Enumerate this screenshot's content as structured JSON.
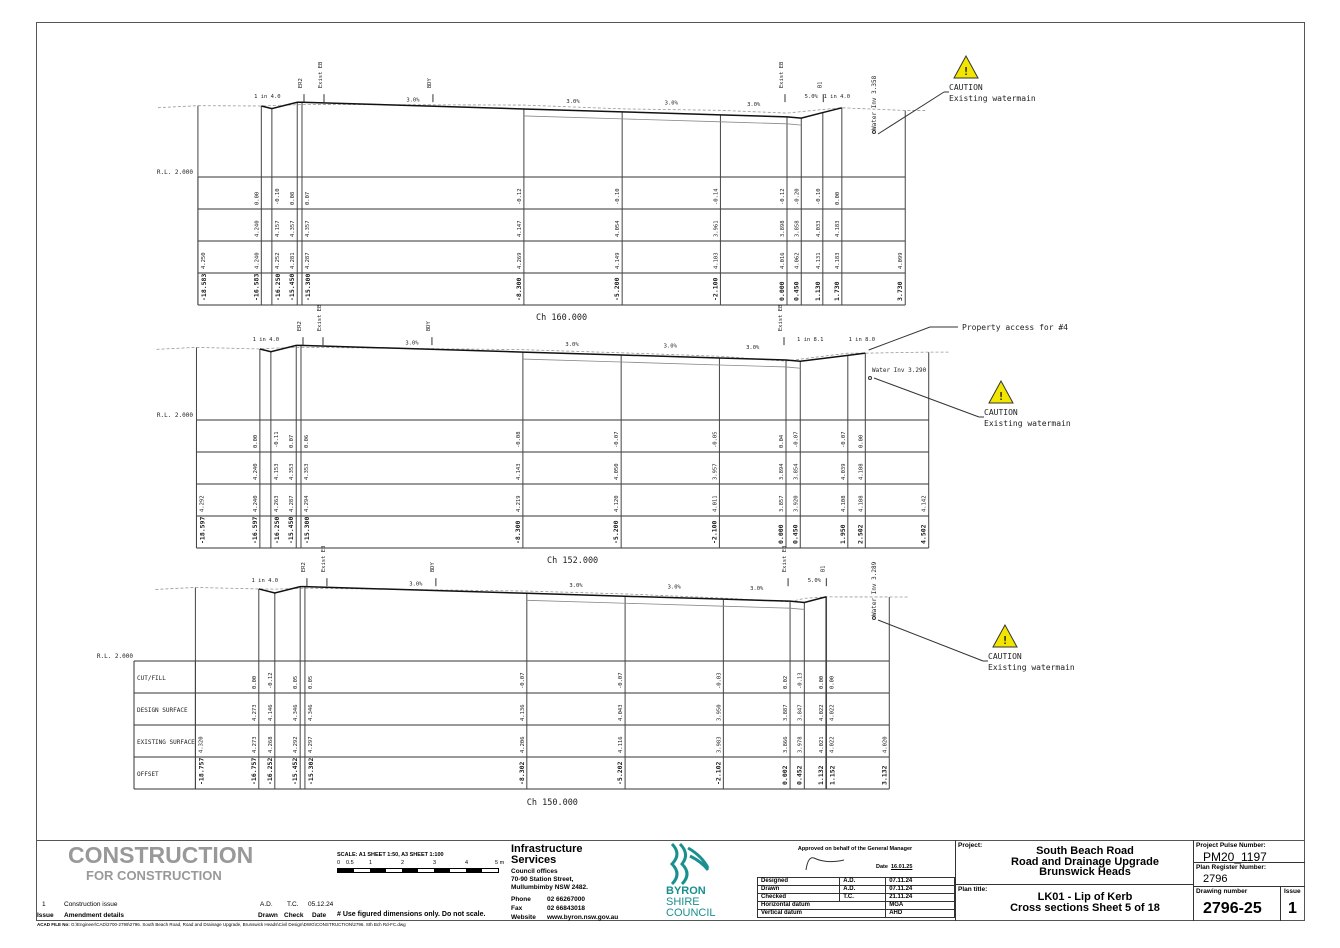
{
  "sections": [
    {
      "chainage": "Ch 160.000",
      "datum_label": "R.L. 2.000",
      "show_row_labels": false,
      "columns": [
        {
          "offset": "-18.583",
          "cut_fill": "",
          "design": "",
          "existing": "4.250"
        },
        {
          "offset": "-16.583",
          "cut_fill": "0.00",
          "design": "4.240",
          "existing": "4.240"
        },
        {
          "offset": "-16.250",
          "cut_fill": "-0.10",
          "design": "4.157",
          "existing": "4.252"
        },
        {
          "offset": "-15.450",
          "cut_fill": "0.08",
          "design": "4.357",
          "existing": "4.281"
        },
        {
          "offset": "-15.300",
          "cut_fill": "0.07",
          "design": "4.357",
          "existing": "4.287"
        },
        {
          "offset": "-8.300",
          "cut_fill": "-0.12",
          "design": "4.147",
          "existing": "4.269"
        },
        {
          "offset": "-5.200",
          "cut_fill": "-0.10",
          "design": "4.054",
          "existing": "4.149"
        },
        {
          "offset": "-2.100",
          "cut_fill": "-0.14",
          "design": "3.961",
          "existing": "4.103"
        },
        {
          "offset": "0.000",
          "cut_fill": "-0.12",
          "design": "3.898",
          "existing": "4.016"
        },
        {
          "offset": "0.450",
          "cut_fill": "-0.20",
          "design": "3.858",
          "existing": "4.062"
        },
        {
          "offset": "1.130",
          "cut_fill": "-0.10",
          "design": "4.033",
          "existing": "4.131"
        },
        {
          "offset": "1.730",
          "cut_fill": "0.00",
          "design": "4.183",
          "existing": "4.183"
        },
        {
          "offset": "3.730",
          "cut_fill": "",
          "design": "",
          "existing": "4.099"
        }
      ],
      "labels": {
        "grades": [
          "1 in 4.0",
          "3.0%",
          "3.0%",
          "3.0%",
          "3.0%",
          "5.0%",
          "1 in 4.0"
        ],
        "tags": [
          "ER2",
          "Exist EB",
          "BDY",
          "Exist EB",
          "B1"
        ],
        "water": "Water Inv 3.358"
      },
      "caution": {
        "title": "CAUTION",
        "text": "Existing watermain"
      }
    },
    {
      "chainage": "Ch 152.000",
      "datum_label": "R.L. 2.000",
      "show_row_labels": false,
      "columns": [
        {
          "offset": "-18.597",
          "cut_fill": "",
          "design": "",
          "existing": "4.292"
        },
        {
          "offset": "-16.597",
          "cut_fill": "0.00",
          "design": "4.240",
          "existing": "4.240"
        },
        {
          "offset": "-16.250",
          "cut_fill": "-0.11",
          "design": "4.153",
          "existing": "4.263"
        },
        {
          "offset": "-15.450",
          "cut_fill": "0.07",
          "design": "4.353",
          "existing": "4.287"
        },
        {
          "offset": "-15.300",
          "cut_fill": "0.06",
          "design": "4.353",
          "existing": "4.294"
        },
        {
          "offset": "-8.300",
          "cut_fill": "-0.08",
          "design": "4.143",
          "existing": "4.219"
        },
        {
          "offset": "-5.200",
          "cut_fill": "-0.07",
          "design": "4.050",
          "existing": "4.120"
        },
        {
          "offset": "-2.100",
          "cut_fill": "-0.05",
          "design": "3.957",
          "existing": "4.011"
        },
        {
          "offset": "0.000",
          "cut_fill": "0.04",
          "design": "3.894",
          "existing": "3.857"
        },
        {
          "offset": "0.450",
          "cut_fill": "-0.07",
          "design": "3.854",
          "existing": "3.920"
        },
        {
          "offset": "1.950",
          "cut_fill": "-0.07",
          "design": "4.039",
          "existing": "4.108"
        },
        {
          "offset": "2.502",
          "cut_fill": "0.00",
          "design": "4.108",
          "existing": "4.108"
        },
        {
          "offset": "4.502",
          "cut_fill": "",
          "design": "",
          "existing": "4.142"
        }
      ],
      "labels": {
        "grades": [
          "1 in 4.0",
          "3.0%",
          "3.0%",
          "3.0%",
          "3.0%",
          "1 in 8.1",
          "1 in 8.0"
        ],
        "tags": [
          "ER2",
          "Exist EB",
          "BDY",
          "Exist EB"
        ],
        "water": "Water Inv 3.290",
        "property": "Property access for #4"
      },
      "caution": {
        "title": "CAUTION",
        "text": "Existing watermain"
      }
    },
    {
      "chainage": "Ch 150.000",
      "datum_label": "R.L. 2.000",
      "show_row_labels": true,
      "columns": [
        {
          "offset": "-18.757",
          "cut_fill": "",
          "design": "",
          "existing": "4.320"
        },
        {
          "offset": "-16.757",
          "cut_fill": "0.00",
          "design": "4.273",
          "existing": "4.273"
        },
        {
          "offset": "-16.252",
          "cut_fill": "-0.12",
          "design": "4.146",
          "existing": "4.268"
        },
        {
          "offset": "-15.452",
          "cut_fill": "0.05",
          "design": "4.346",
          "existing": "4.292"
        },
        {
          "offset": "-15.302",
          "cut_fill": "0.05",
          "design": "4.346",
          "existing": "4.297"
        },
        {
          "offset": "-8.302",
          "cut_fill": "-0.07",
          "design": "4.136",
          "existing": "4.206"
        },
        {
          "offset": "-5.202",
          "cut_fill": "-0.07",
          "design": "4.043",
          "existing": "4.116"
        },
        {
          "offset": "-2.102",
          "cut_fill": "-0.03",
          "design": "3.950",
          "existing": "3.983"
        },
        {
          "offset": "0.002",
          "cut_fill": "0.02",
          "design": "3.887",
          "existing": "3.866"
        },
        {
          "offset": "0.452",
          "cut_fill": "-0.13",
          "design": "3.847",
          "existing": "3.978"
        },
        {
          "offset": "1.132",
          "cut_fill": "0.00",
          "design": "4.022",
          "existing": "4.021"
        },
        {
          "offset": "1.152",
          "cut_fill": "0.00",
          "design": "4.022",
          "existing": "4.022"
        },
        {
          "offset": "3.132",
          "cut_fill": "",
          "design": "",
          "existing": "4.020"
        }
      ],
      "labels": {
        "grades": [
          "1 in 4.0",
          "3.0%",
          "3.0%",
          "3.0%",
          "3.0%",
          "5.0%"
        ],
        "tags": [
          "ER2",
          "Exist EB",
          "BDY",
          "Exist EB",
          "B1"
        ],
        "water": "Water Inv 3.289"
      },
      "caution": {
        "title": "CAUTION",
        "text": "Existing watermain"
      }
    }
  ],
  "row_labels": [
    "CUT/FILL",
    "DESIGN SURFACE",
    "EXISTING SURFACE",
    "OFFSET"
  ],
  "title_block": {
    "stamp_main": "CONSTRUCTION",
    "stamp_sub": "FOR CONSTRUCTION",
    "amendment": {
      "issue": "1",
      "details": "Construction issue",
      "drawn": "A.D.",
      "check": "T.C.",
      "date": "05.12.24"
    },
    "amend_headers": {
      "issue": "Issue",
      "details": "Amendment details",
      "drawn": "Drawn",
      "check": "Check",
      "date": "Date"
    },
    "scale_text": "SCALE: A1 SHEET 1:50, A3 SHEET 1:100",
    "scale_ticks": [
      "0",
      "0.5",
      "1",
      "2",
      "3",
      "4",
      "5 m"
    ],
    "note": "# Use figured dimensions only. Do not scale.",
    "org": {
      "name1": "Infrastructure",
      "name2": "Services",
      "office": "Council offices",
      "addr1": "70-90 Station Street,",
      "addr2": "Mullumbimby  NSW 2482.",
      "phone_label": "Phone",
      "phone": "02 66267000",
      "fax_label": "Fax",
      "fax": "02 66843018",
      "web_label": "Website",
      "web": "www.byron.nsw.gov.au"
    },
    "logo": {
      "l1": "BYRON",
      "l2": "SHIRE",
      "l3": "COUNCIL"
    },
    "approval": "Approved on behalf of the General Manager",
    "date_label": "Date",
    "approval_date": "16.01.25",
    "signoff": [
      [
        "Designed",
        "A.D.",
        "07.11.24"
      ],
      [
        "Drawn",
        "A.D.",
        "07.11.24"
      ],
      [
        "Checked",
        "T.C.",
        "21.11.24"
      ]
    ],
    "datum": [
      [
        "Horizontal datum",
        "MGA"
      ],
      [
        "Vertical datum",
        "AHD"
      ]
    ],
    "project_label": "Project:",
    "project": [
      "South Beach Road",
      "Road and Drainage Upgrade",
      "Brunswick Heads"
    ],
    "plan_title_label": "Plan title:",
    "plan_title": [
      "LK01 - Lip of Kerb",
      "Cross sections Sheet 5 of 18"
    ],
    "pulse_label": "Project Pulse Number:",
    "pulse": "PM20_1197",
    "register_label": "Plan Register Number:",
    "register": "2796",
    "drawing_label": "Drawing number",
    "drawing": "2796-25",
    "issue_label": "Issue",
    "issue": "1"
  },
  "acad_label": "ACAD FILE No:",
  "acad_path": "G:\\Engineer\\CAD\\2700-2799\\2796. South Beach Road, Road and Drainage Upgrade, Brunswick Heads\\Civil Design\\DWG\\CONSTRUCTION\\2796. Sth Bch Rd-FC.dwg"
}
